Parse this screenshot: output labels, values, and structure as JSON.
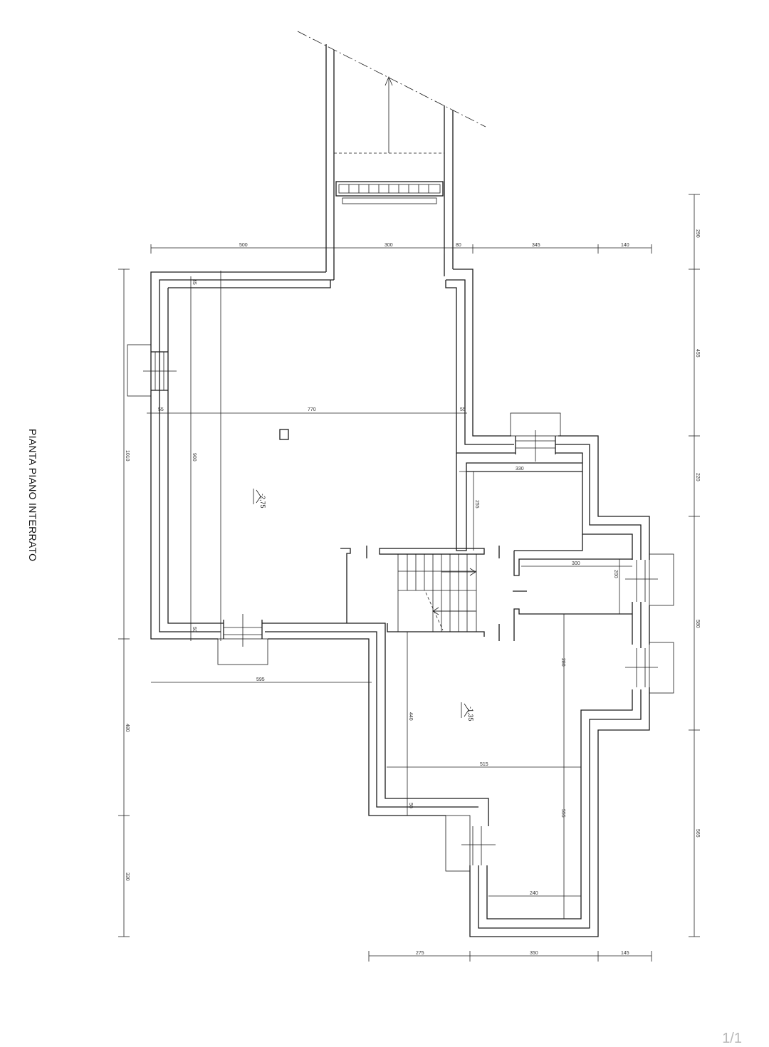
{
  "title": "PIANTA PIANO INTERRATO",
  "levels": {
    "upper": "-2,75",
    "lower": "-1,35"
  },
  "dims": {
    "top_500": "500",
    "top_300": "300",
    "top_80": "80",
    "top_345": "345",
    "top_140": "140",
    "right_290": "290",
    "right_455": "455",
    "right_220": "220",
    "right_580": "580",
    "right_565": "565",
    "left_1010": "1010",
    "left_480": "480",
    "left_330": "330",
    "bottom_275": "275",
    "bottom_350": "350",
    "bottom_145": "145",
    "int_45": "45",
    "int_55a": "55",
    "int_770": "770",
    "int_55b": "55",
    "int_900": "900",
    "int_50a": "50",
    "int_330": "330",
    "int_255": "255",
    "int_300": "300",
    "int_200": "200",
    "int_595": "595",
    "int_440": "440",
    "int_280": "280",
    "int_515": "515",
    "int_50b": "50",
    "int_555": "555",
    "int_240": "240"
  },
  "page_indicator": "1/1"
}
